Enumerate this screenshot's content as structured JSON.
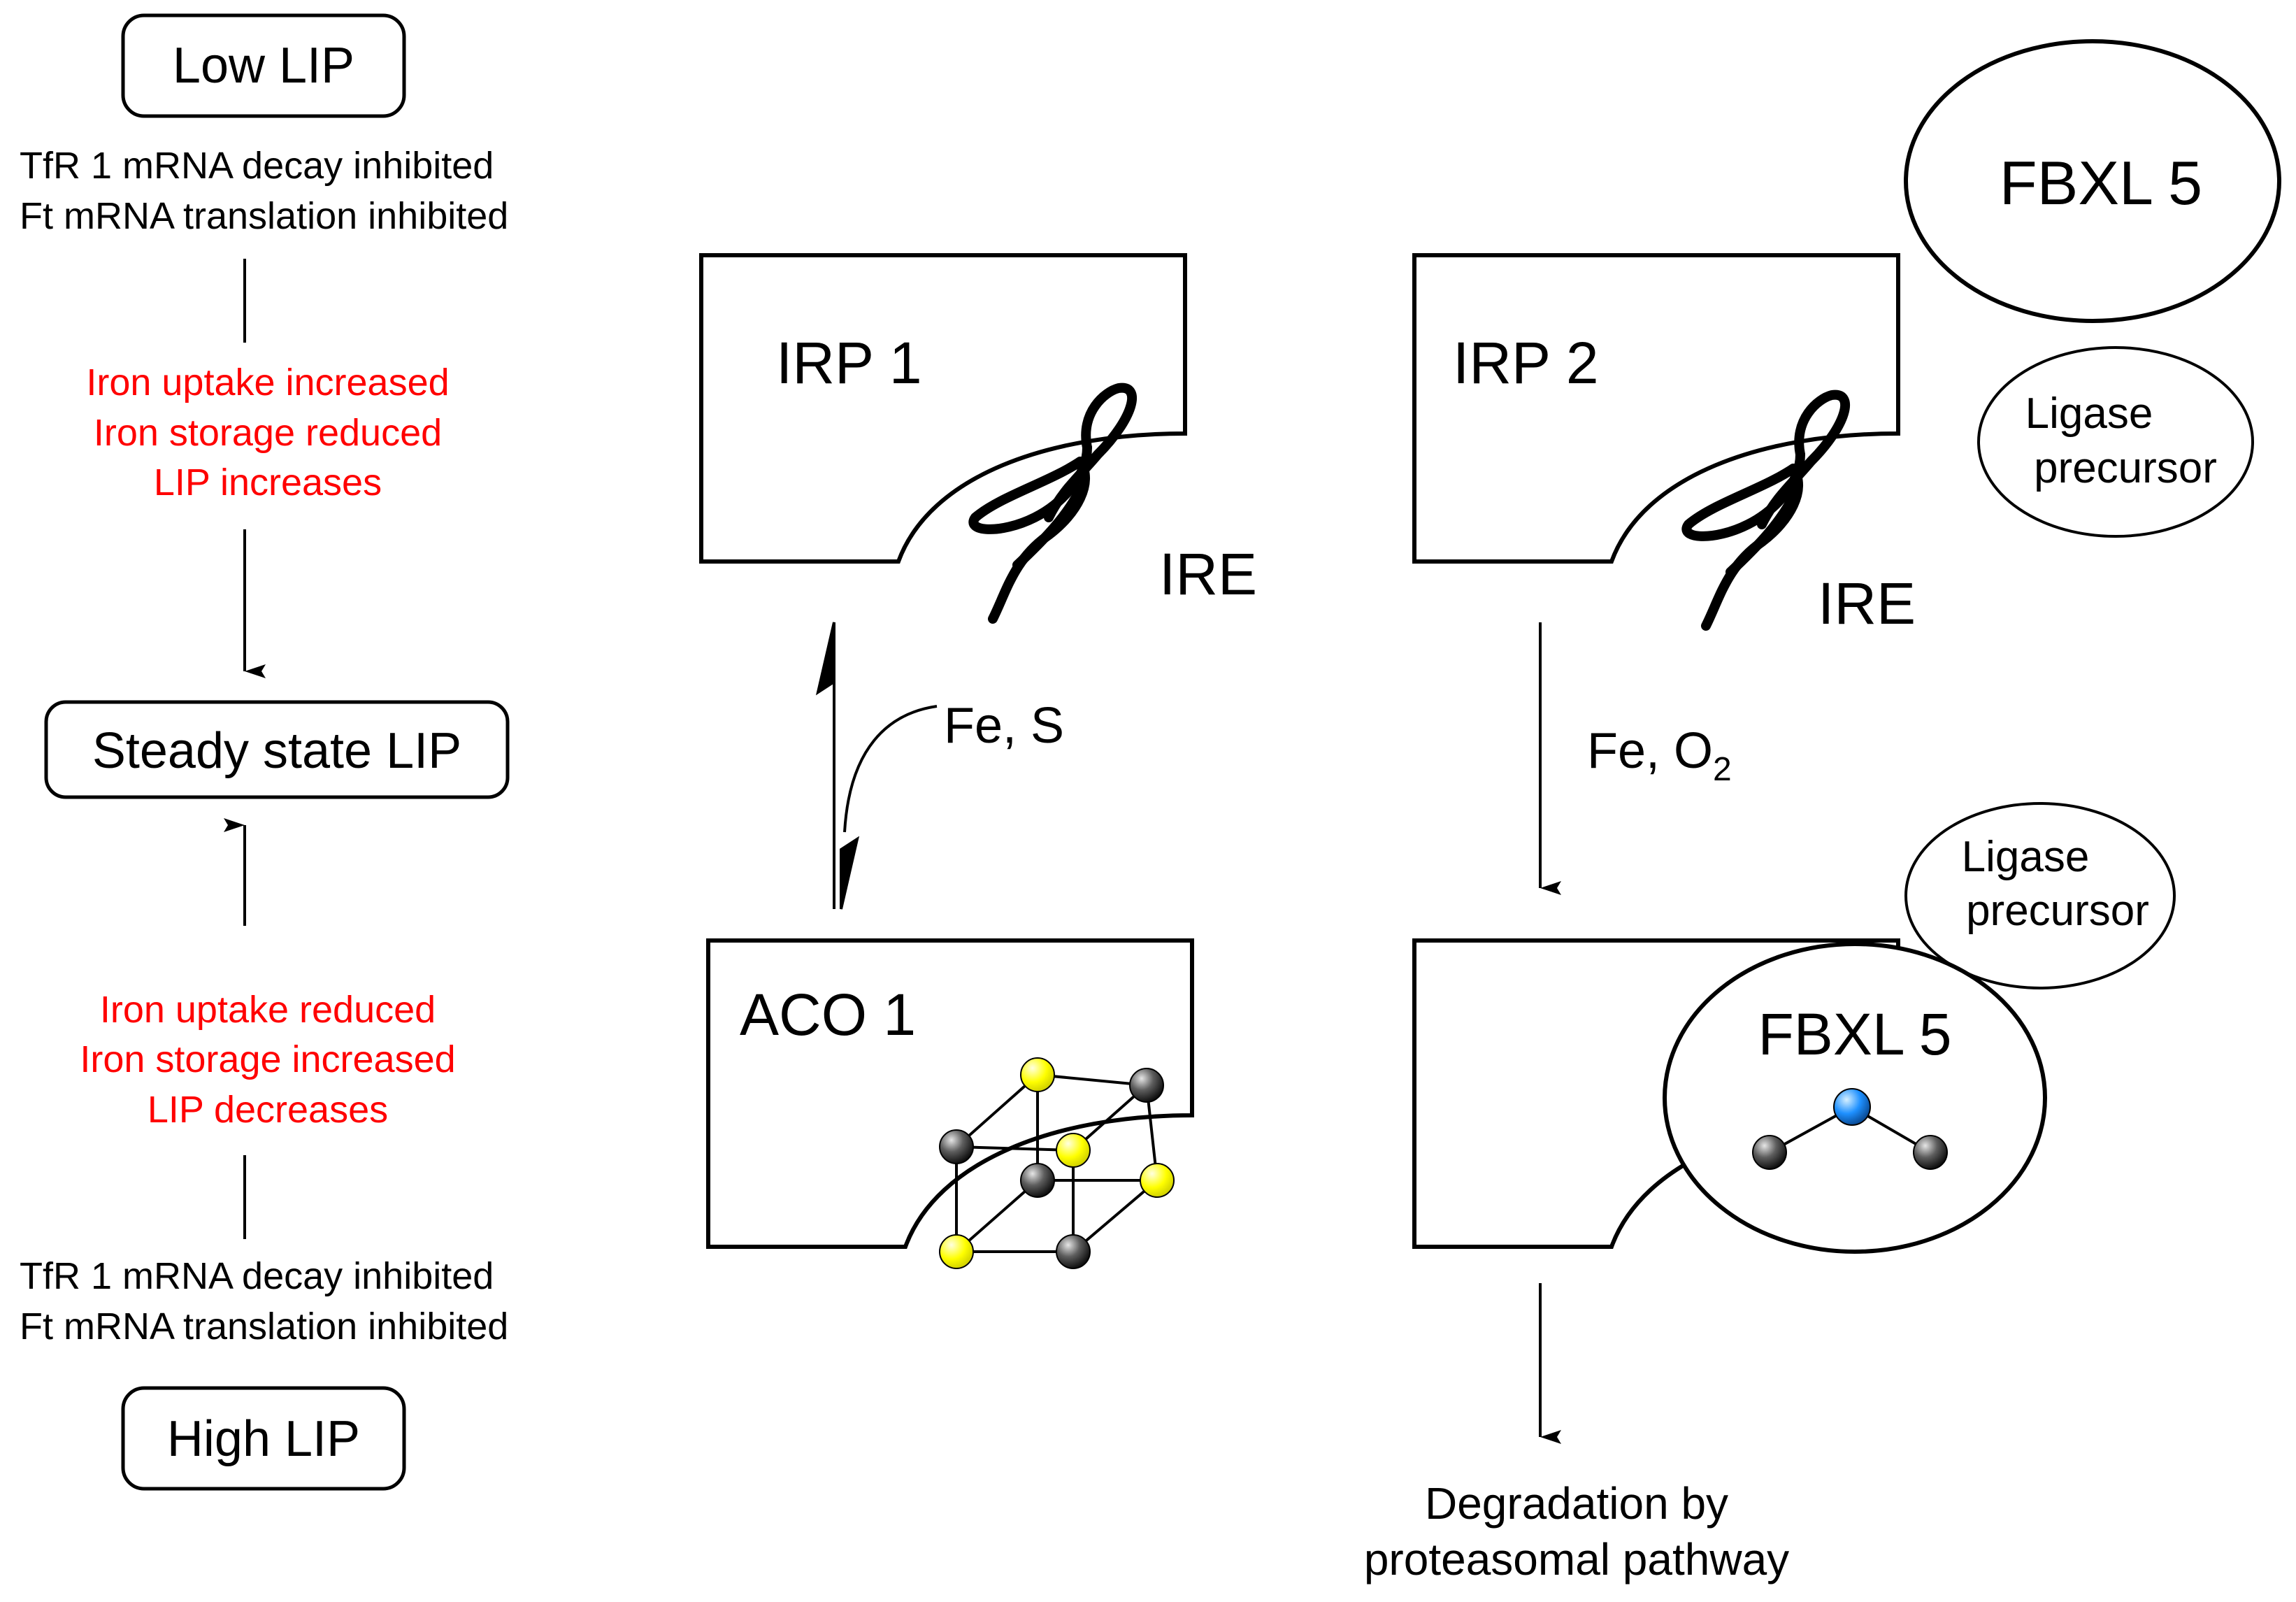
{
  "left": {
    "low_lip": "Low LIP",
    "top_lines": [
      "TfR 1 mRNA decay inhibited",
      "Ft mRNA translation inhibited"
    ],
    "red_top": [
      "Iron uptake increased",
      "Iron storage reduced",
      "LIP increases"
    ],
    "steady_state": "Steady state LIP",
    "red_bottom": [
      "Iron uptake reduced",
      "Iron storage  increased",
      "LIP decreases"
    ],
    "bottom_lines": [
      "TfR 1 mRNA decay inhibited",
      "Ft mRNA translation inhibited"
    ],
    "high_lip": "High LIP"
  },
  "middle": {
    "irp1_label": "IRP 1",
    "ire_label": "IRE",
    "condition": "Fe, S",
    "aco1_label": "ACO 1"
  },
  "right": {
    "fbxl5_top": "FBXL 5",
    "ligase_top": [
      "Ligase",
      "precursor"
    ],
    "irp2_label": "IRP 2",
    "ire_label": "IRE",
    "condition_main": "Fe, O",
    "condition_sub": "2",
    "ligase_bottom": [
      "Ligase",
      "precursor"
    ],
    "fbxl5_bottom": "FBXL 5",
    "degradation": [
      "Degradation by",
      "proteasomal pathway"
    ]
  },
  "colors": {
    "red_text": "#ff0000",
    "yellow_atom": "#ffff00",
    "gray_atom": "#555555",
    "blue_atom": "#1e90ff"
  }
}
